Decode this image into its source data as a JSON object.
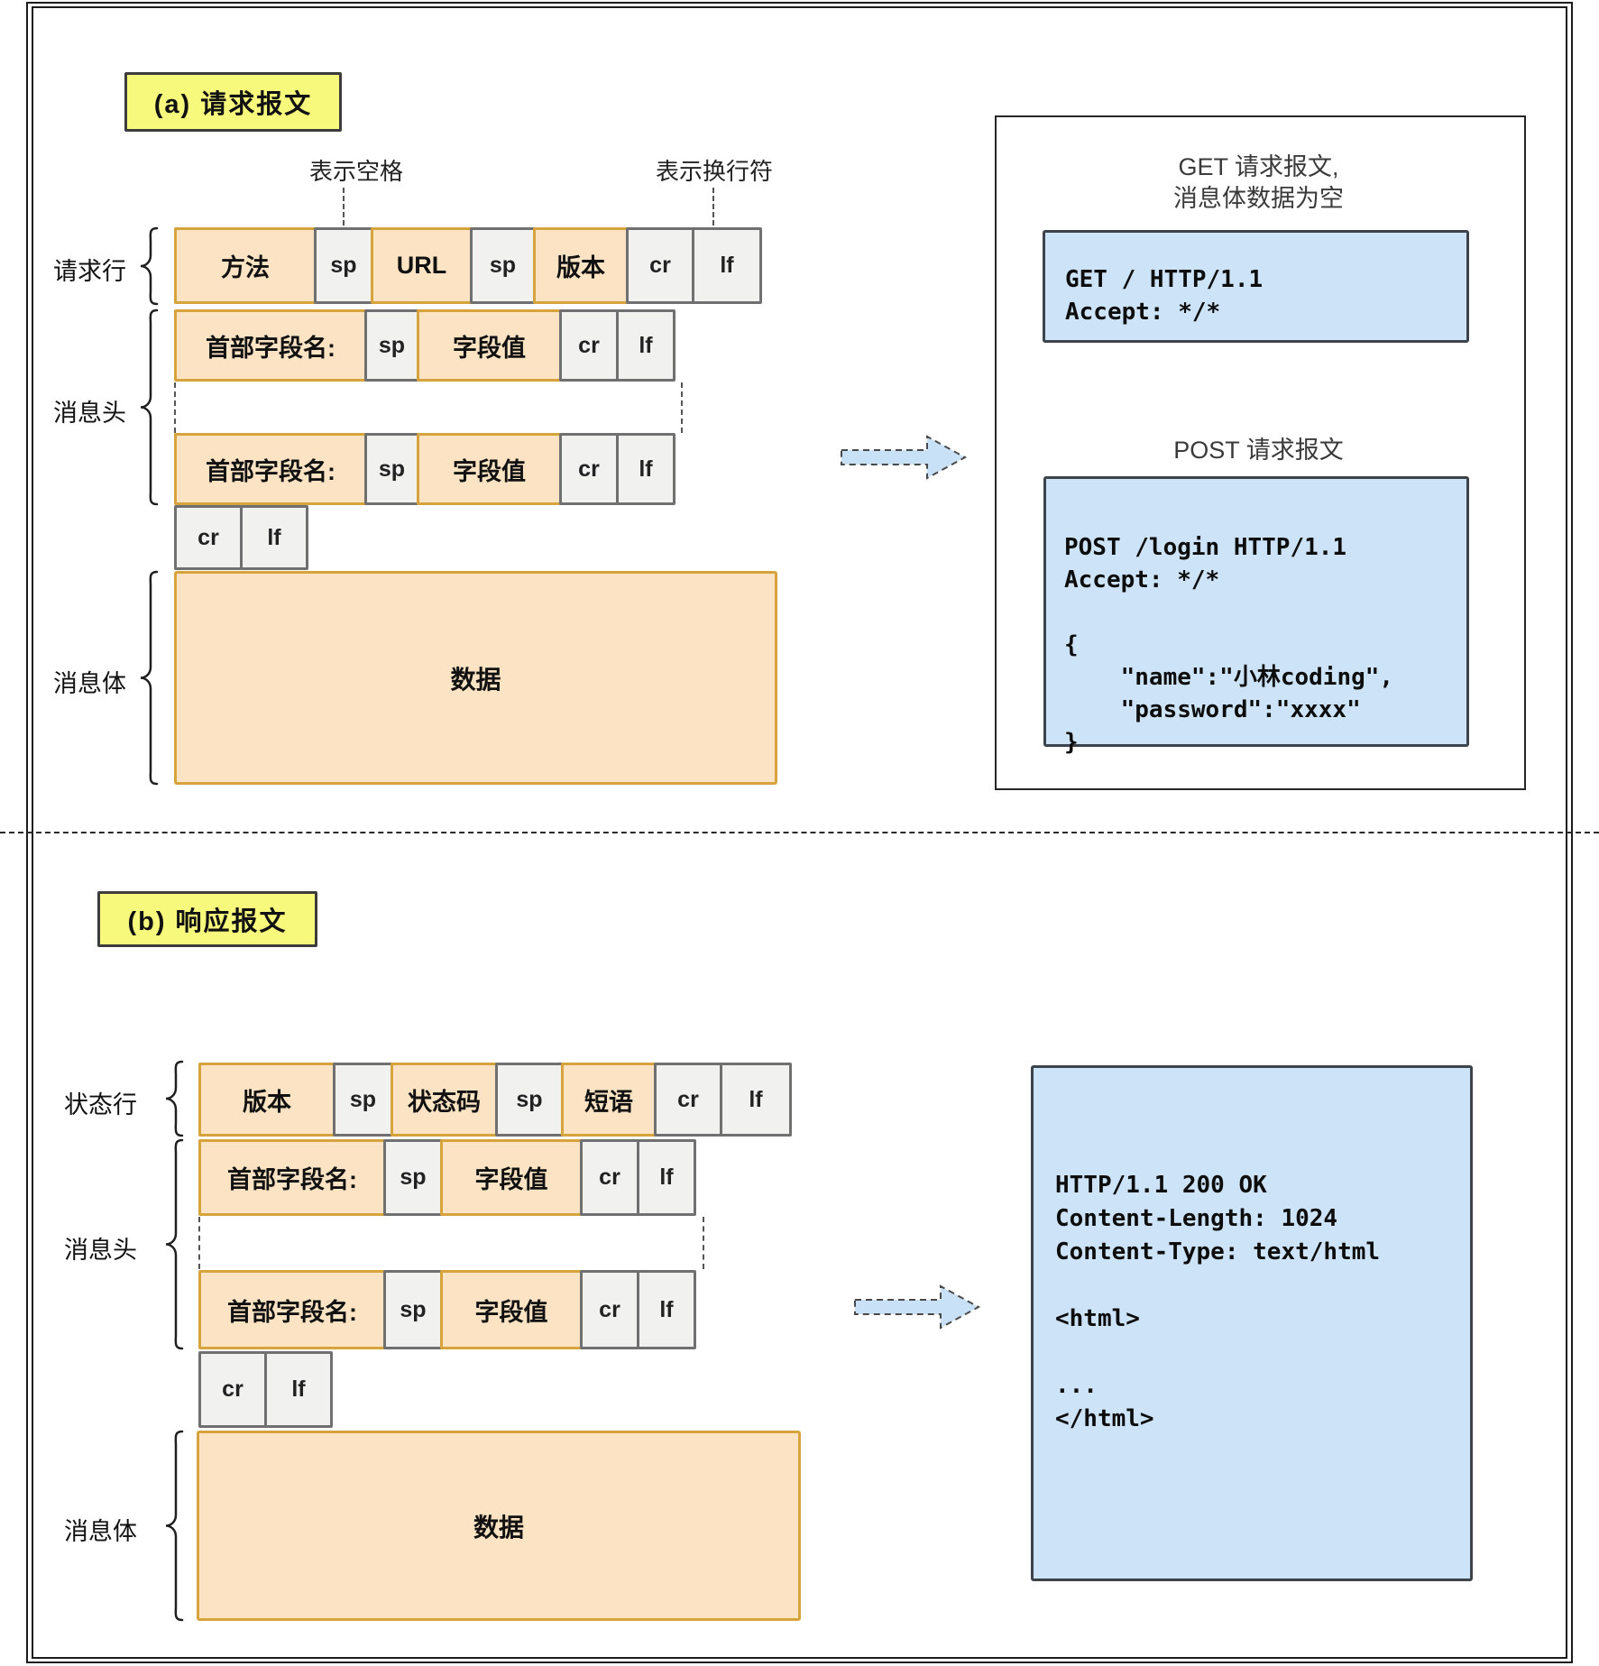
{
  "colors": {
    "cell_orange": "#fbe3c3",
    "orange_border": "#d7a33d",
    "cell_gray": "#f1f1f0",
    "gray_border": "#707070",
    "label_yellow": "#f6f97c",
    "code_blue": "#cde3f7",
    "blue_border": "#3d434a",
    "arrow_fill": "#c9e1f7"
  },
  "section_a": {
    "label": "(a) 请求报文",
    "annotation_space": "表示空格",
    "annotation_newline": "表示换行符",
    "side_labels": {
      "line": "请求行",
      "headers": "消息头",
      "body": "消息体"
    },
    "request_row": {
      "method": "方法",
      "sp1": "sp",
      "url": "URL",
      "sp2": "sp",
      "version": "版本",
      "cr": "cr",
      "lf": "lf"
    },
    "header_row": {
      "name": "首部字段名:",
      "sp": "sp",
      "value": "字段值",
      "cr": "cr",
      "lf": "lf"
    },
    "crlf_row": {
      "cr": "cr",
      "lf": "lf"
    },
    "body_cell": "数据",
    "examples": {
      "get_title": "GET 请求报文,\n消息体数据为空",
      "get_code": "GET / HTTP/1.1\nAccept: */*",
      "post_title": "POST 请求报文",
      "post_code": "POST /login HTTP/1.1\nAccept: */*\n\n{\n    \"name\":\"小林coding\",\n    \"password\":\"xxxx\"\n}"
    }
  },
  "section_b": {
    "label": "(b) 响应报文",
    "side_labels": {
      "line": "状态行",
      "headers": "消息头",
      "body": "消息体"
    },
    "status_row": {
      "version": "版本",
      "sp1": "sp",
      "status_code": "状态码",
      "sp2": "sp",
      "phrase": "短语",
      "cr": "cr",
      "lf": "lf"
    },
    "header_row": {
      "name": "首部字段名:",
      "sp": "sp",
      "value": "字段值",
      "cr": "cr",
      "lf": "lf"
    },
    "crlf_row": {
      "cr": "cr",
      "lf": "lf"
    },
    "body_cell": "数据",
    "example_code": "HTTP/1.1 200 OK\nContent-Length: 1024\nContent-Type: text/html\n\n<html>\n\n...\n</html>"
  }
}
